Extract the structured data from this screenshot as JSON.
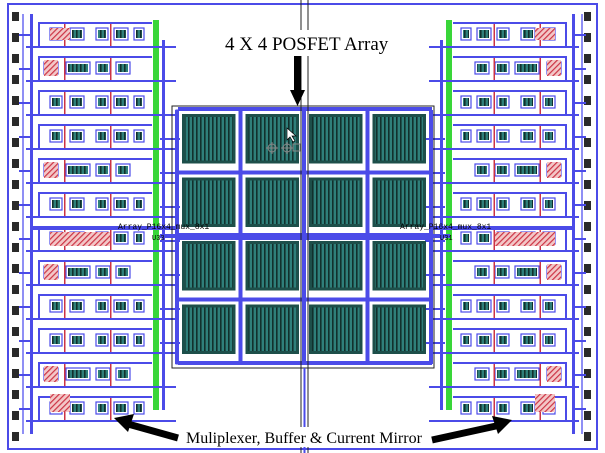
{
  "annotations": {
    "title": "4 X 4 POSFET Array",
    "bottom_label": "Muliplexer, Buffer & Current Mirror",
    "cell_label_left": "Array_P16x4_mux_8x1",
    "cell_label_right": "Array_P16x4_mux_8x1",
    "pin_label_left": "U33",
    "pin_label_right": "U31"
  },
  "array": {
    "rows": 4,
    "cols": 4
  },
  "colors": {
    "metal": "#4b4be8",
    "metal_light": "#8f8ff5",
    "poly": "#cc3344",
    "active": "#2f7f7a",
    "active_dark": "#1d4f4a",
    "diffusion": "#39d639",
    "pad": "#3a3a3a",
    "via": "#1a1a1a"
  }
}
